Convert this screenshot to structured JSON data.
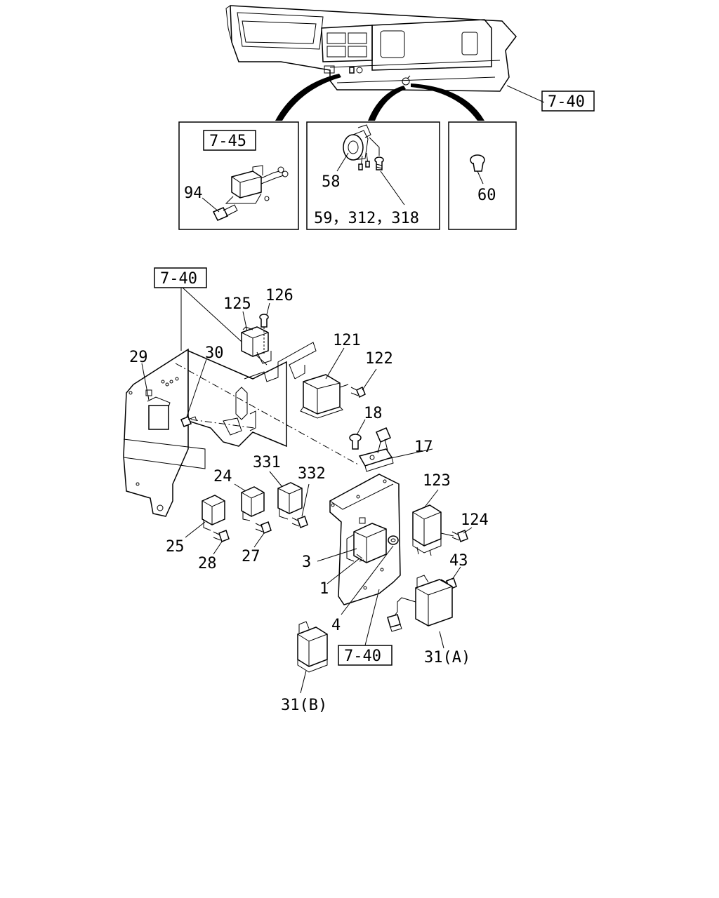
{
  "ref_boxes": {
    "dash_ref": "7-40",
    "inset_left_ref": "7-45",
    "bracket_ref": "7-40",
    "bottom_ref": "7-40"
  },
  "labels": {
    "p94": "94",
    "p58": "58",
    "p59_312_318": "59，312，318",
    "p60": "60",
    "p125": "125",
    "p126": "126",
    "p29": "29",
    "p30": "30",
    "p121": "121",
    "p122": "122",
    "p18": "18",
    "p17": "17",
    "p331": "331",
    "p332": "332",
    "p24": "24",
    "p123": "123",
    "p124": "124",
    "p25": "25",
    "p28": "28",
    "p27": "27",
    "p3": "3",
    "p1": "1",
    "p43": "43",
    "p4": "4",
    "p31a": "31(A)",
    "p31b": "31(B)"
  }
}
